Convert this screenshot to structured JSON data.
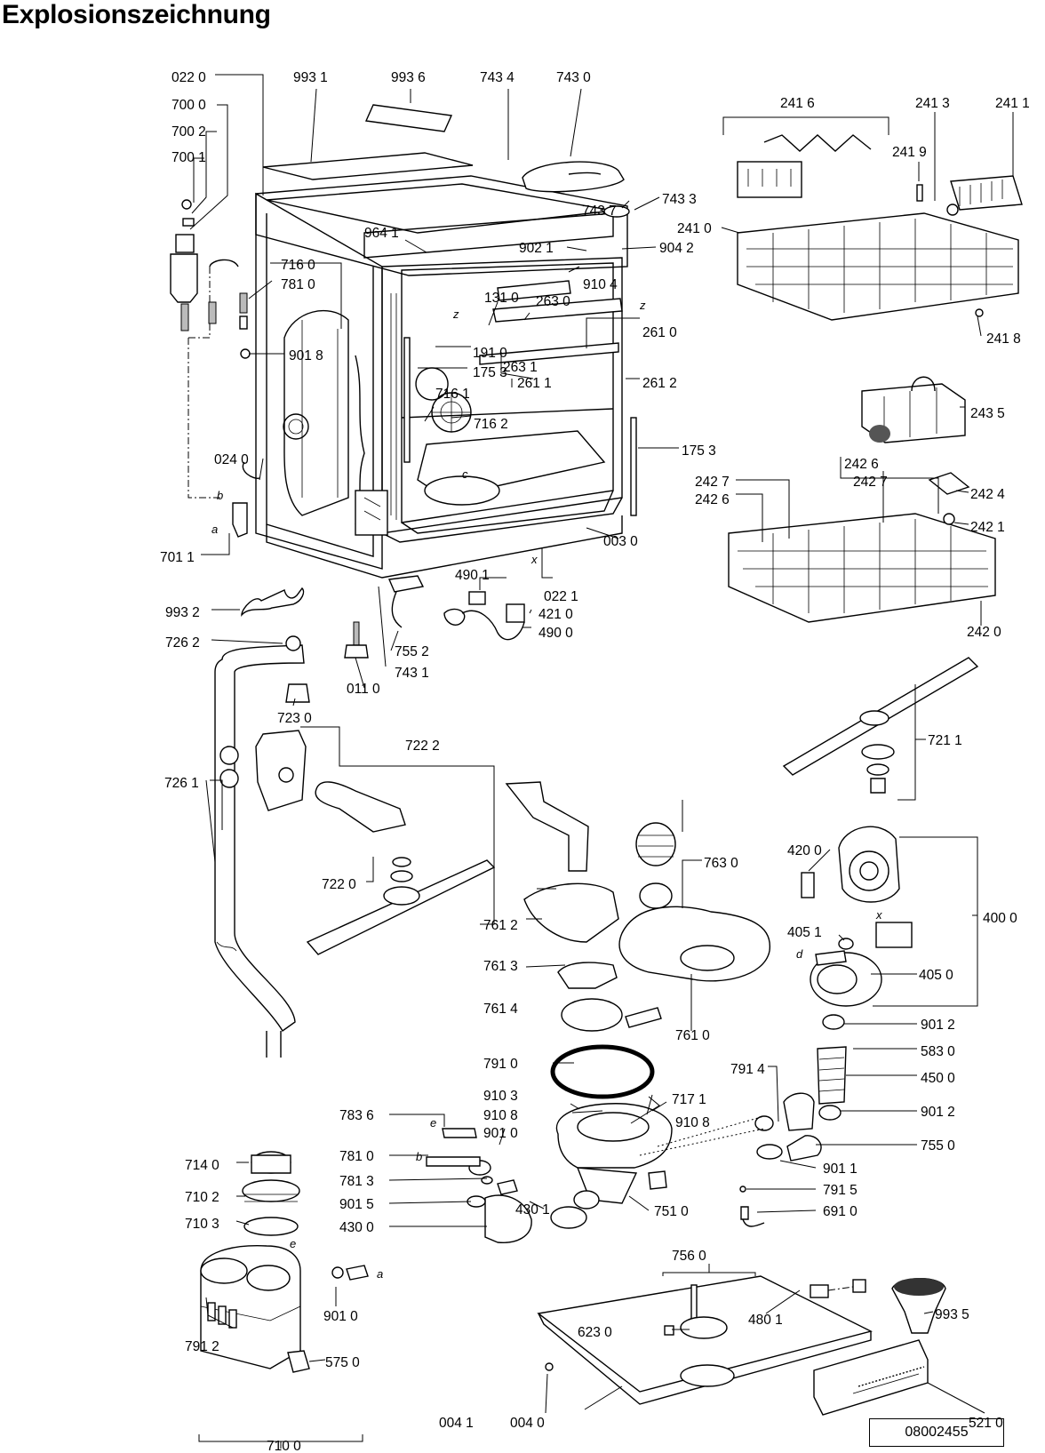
{
  "title": "Explosionszeichnung",
  "document_number": "08002455",
  "part_labels": [
    "022 0",
    "993 1",
    "993 6",
    "743 4",
    "743 0",
    "700 0",
    "700 2",
    "700 1",
    "743 7",
    "743 3",
    "964 1",
    "902 1",
    "904 2",
    "716 0",
    "781 0",
    "910 4",
    "131 0",
    "263 0",
    "901 8",
    "191 0",
    "261 0",
    "175 3",
    "263 1",
    "261 1",
    "261 2",
    "716 1",
    "716 2",
    "175 3",
    "024 0",
    "003 0",
    "701 1",
    "490 1",
    "022 1",
    "421 0",
    "490 0",
    "993 2",
    "755 2",
    "726 2",
    "743 1",
    "011 0",
    "723 0",
    "722 2",
    "726 1",
    "722 0",
    "241 6",
    "241 3",
    "241 1",
    "241 9",
    "241 0",
    "241 8",
    "243 5",
    "242 6",
    "242 7",
    "242 7",
    "242 6",
    "242 4",
    "242 1",
    "242 0",
    "721 1",
    "763 0",
    "420 0",
    "400 0",
    "761 2",
    "405 1",
    "761 3",
    "405 0",
    "761 4",
    "761 0",
    "901 2",
    "791 0",
    "583 0",
    "791 4",
    "450 0",
    "910 3",
    "717 1",
    "910 8",
    "910 8",
    "783 6",
    "901 0",
    "901 2",
    "755 0",
    "714 0",
    "781 0",
    "901 1",
    "710 2",
    "781 3",
    "791 5",
    "901 5",
    "430 1",
    "691 0",
    "430 0",
    "751 0",
    "710 3",
    "756 0",
    "901 0",
    "480 1",
    "993 5",
    "623 0",
    "791 2",
    "575 0",
    "004 1",
    "004 0",
    "521 0",
    "710 0"
  ],
  "letter_marks": [
    "b",
    "a",
    "c",
    "x",
    "z",
    "z",
    "d",
    "x",
    "e",
    "e",
    "b",
    "a"
  ]
}
